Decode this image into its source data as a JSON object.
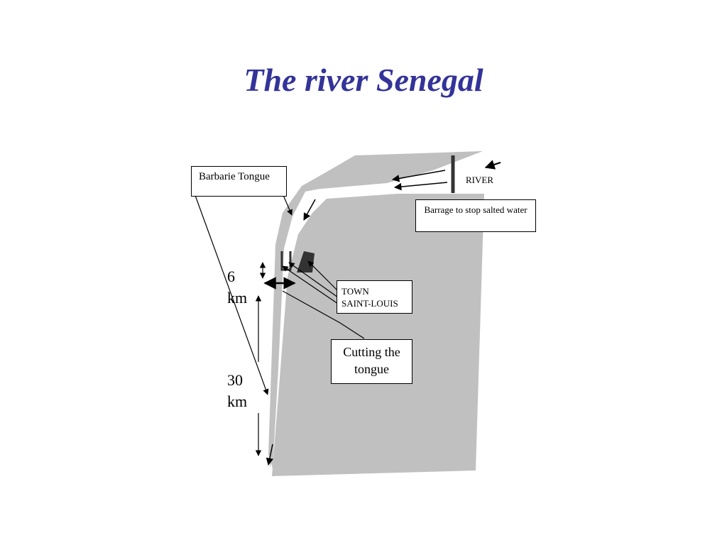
{
  "title": "The river Senegal",
  "labels": {
    "barbarie_tongue": "Barbarie Tongue",
    "river": "RIVER",
    "barrage": "Barrage to  stop salted water",
    "town_line1": "TOWN",
    "town_line2": "SAINT-LOUIS",
    "cutting": "Cutting the tongue",
    "dist_6_num": "6",
    "dist_6_unit": "km",
    "dist_30_num": "30",
    "dist_30_unit": "km"
  },
  "colors": {
    "title": "#333399",
    "land": "#c0c0c0",
    "town": "#333333",
    "barrage": "#333333"
  }
}
